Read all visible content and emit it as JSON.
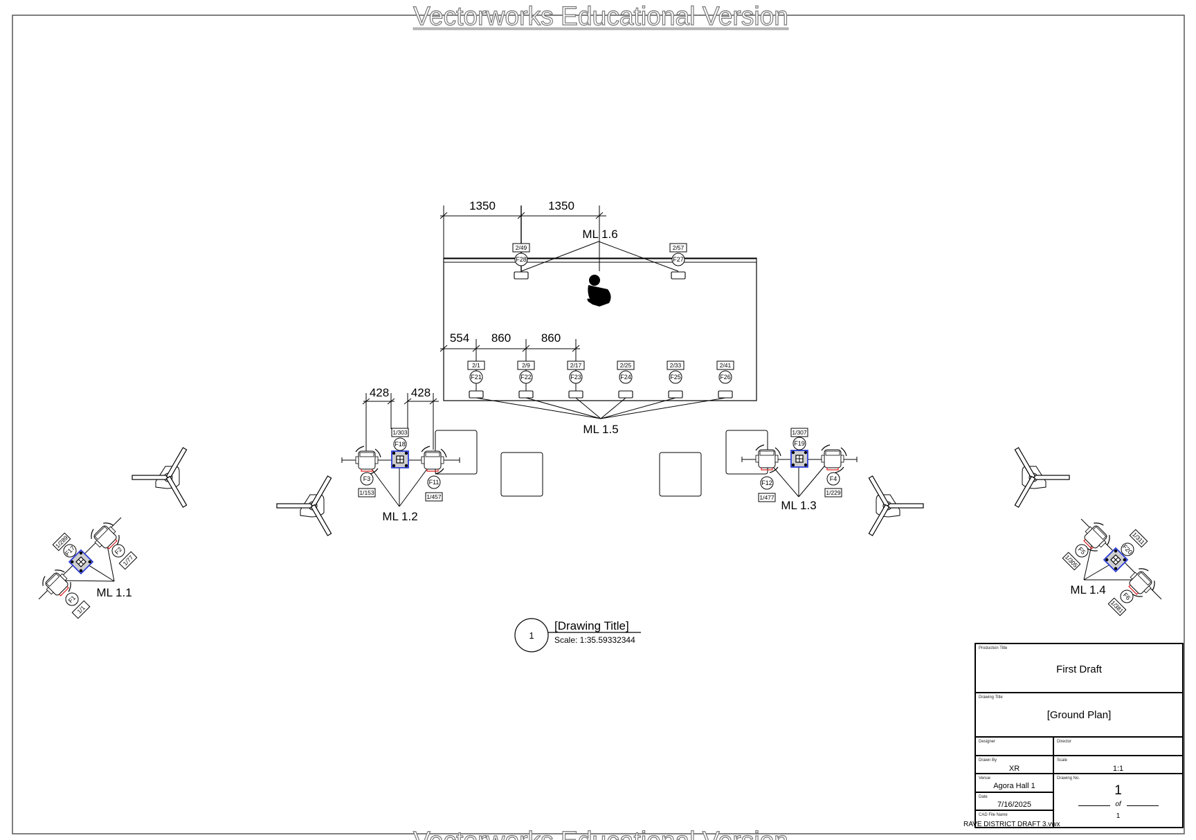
{
  "watermark": {
    "top": "Vectorworks Educational Version",
    "bottom": "Vectorworks Educational Version"
  },
  "dimensions": {
    "upper_truss": [
      "1350",
      "1350"
    ],
    "lower_truss": [
      "554",
      "860",
      "860"
    ],
    "ml12_spacing": [
      "428",
      "428"
    ]
  },
  "lighting_groups": [
    {
      "label": "ML 1.1",
      "fixtures": [
        {
          "id": "F1",
          "tag": "1/1"
        },
        {
          "id": "F17",
          "tag": "1/289"
        },
        {
          "id": "F2",
          "tag": "1/77"
        }
      ]
    },
    {
      "label": "ML 1.2",
      "fixtures": [
        {
          "id": "F3",
          "tag": "1/153"
        },
        {
          "id": "F18",
          "tag": "1/303"
        },
        {
          "id": "F11",
          "tag": "1/457"
        }
      ]
    },
    {
      "label": "ML 1.3",
      "fixtures": [
        {
          "id": "F12",
          "tag": "1/477"
        },
        {
          "id": "F19",
          "tag": "1/307"
        },
        {
          "id": "F4",
          "tag": "1/229"
        }
      ]
    },
    {
      "label": "ML 1.4",
      "fixtures": [
        {
          "id": "F5",
          "tag": "1/305"
        },
        {
          "id": "F20",
          "tag": "1/311"
        },
        {
          "id": "F6",
          "tag": "1/381"
        }
      ]
    },
    {
      "label": "ML 1.5",
      "fixtures": [
        {
          "id": "F21",
          "tag": "2/1"
        },
        {
          "id": "F22",
          "tag": "2/9"
        },
        {
          "id": "F23",
          "tag": "2/17"
        },
        {
          "id": "F24",
          "tag": "2/25"
        },
        {
          "id": "F25",
          "tag": "2/33"
        },
        {
          "id": "F26",
          "tag": "2/41"
        }
      ]
    },
    {
      "label": "ML 1.6",
      "fixtures": [
        {
          "id": "F28",
          "tag": "2/49"
        },
        {
          "id": "F27",
          "tag": "2/57"
        }
      ]
    }
  ],
  "drawing_label": {
    "number": "1",
    "title": "[Drawing Title]",
    "scale": "Scale: 1:35.59332344"
  },
  "title_block": {
    "production_title_label": "Production Title",
    "production_title": "First Draft",
    "drawing_title_label": "Drawing Title",
    "drawing_title": "[Ground Plan]",
    "designer_label": "Designer",
    "designer": "",
    "director_label": "Director",
    "director": "",
    "drawn_by_label": "Drawn By",
    "drawn_by": "XR",
    "scale_label": "Scale",
    "scale": "1:1",
    "venue_label": "Venue",
    "venue": "Agora Hall 1",
    "drawing_no_label": "Drawing No.",
    "drawing_no": "1",
    "of_label": "of",
    "total_sheets": "1",
    "date_label": "Date",
    "date": "7/16/2025",
    "cad_file_label": "CAD File Name",
    "cad_file": "RAVE DISTRICT DRAFT 3.vwx"
  },
  "colors": {
    "selection_blue": "#2b3bd6",
    "focus_red": "#e02020",
    "line": "#000000",
    "frame": "#555555"
  }
}
